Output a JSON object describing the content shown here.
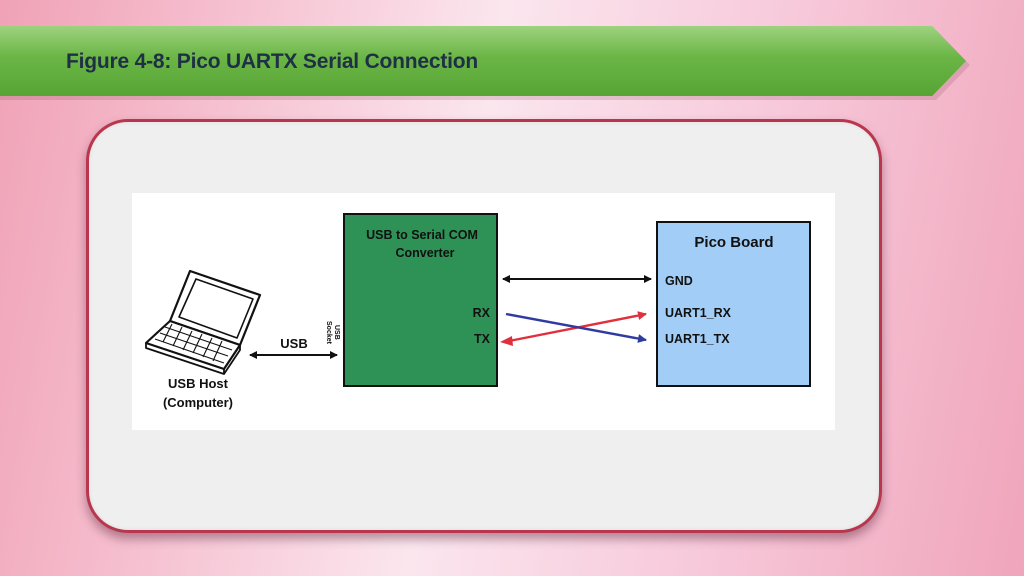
{
  "slide": {
    "title": "Figure 4-8: Pico UARTX Serial Connection"
  },
  "diagram": {
    "host_line1": "USB Host",
    "host_line2": "(Computer)",
    "usb_label": "USB",
    "socket_line1": "USB",
    "socket_line2": "Socket",
    "converter_line1": "USB to Serial COM",
    "converter_line2": "Converter",
    "converter_rx": "RX",
    "converter_tx": "TX",
    "board_title": "Pico Board",
    "board_gnd": "GND",
    "board_rx": "UART1_RX",
    "board_tx": "UART1_TX",
    "colors": {
      "converter_fill": "#2e9257",
      "board_fill": "#a2cdf6",
      "rx_arrow": "#2f3b9e",
      "tx_arrow": "#e0303c"
    },
    "icons": [
      "laptop-icon"
    ]
  }
}
